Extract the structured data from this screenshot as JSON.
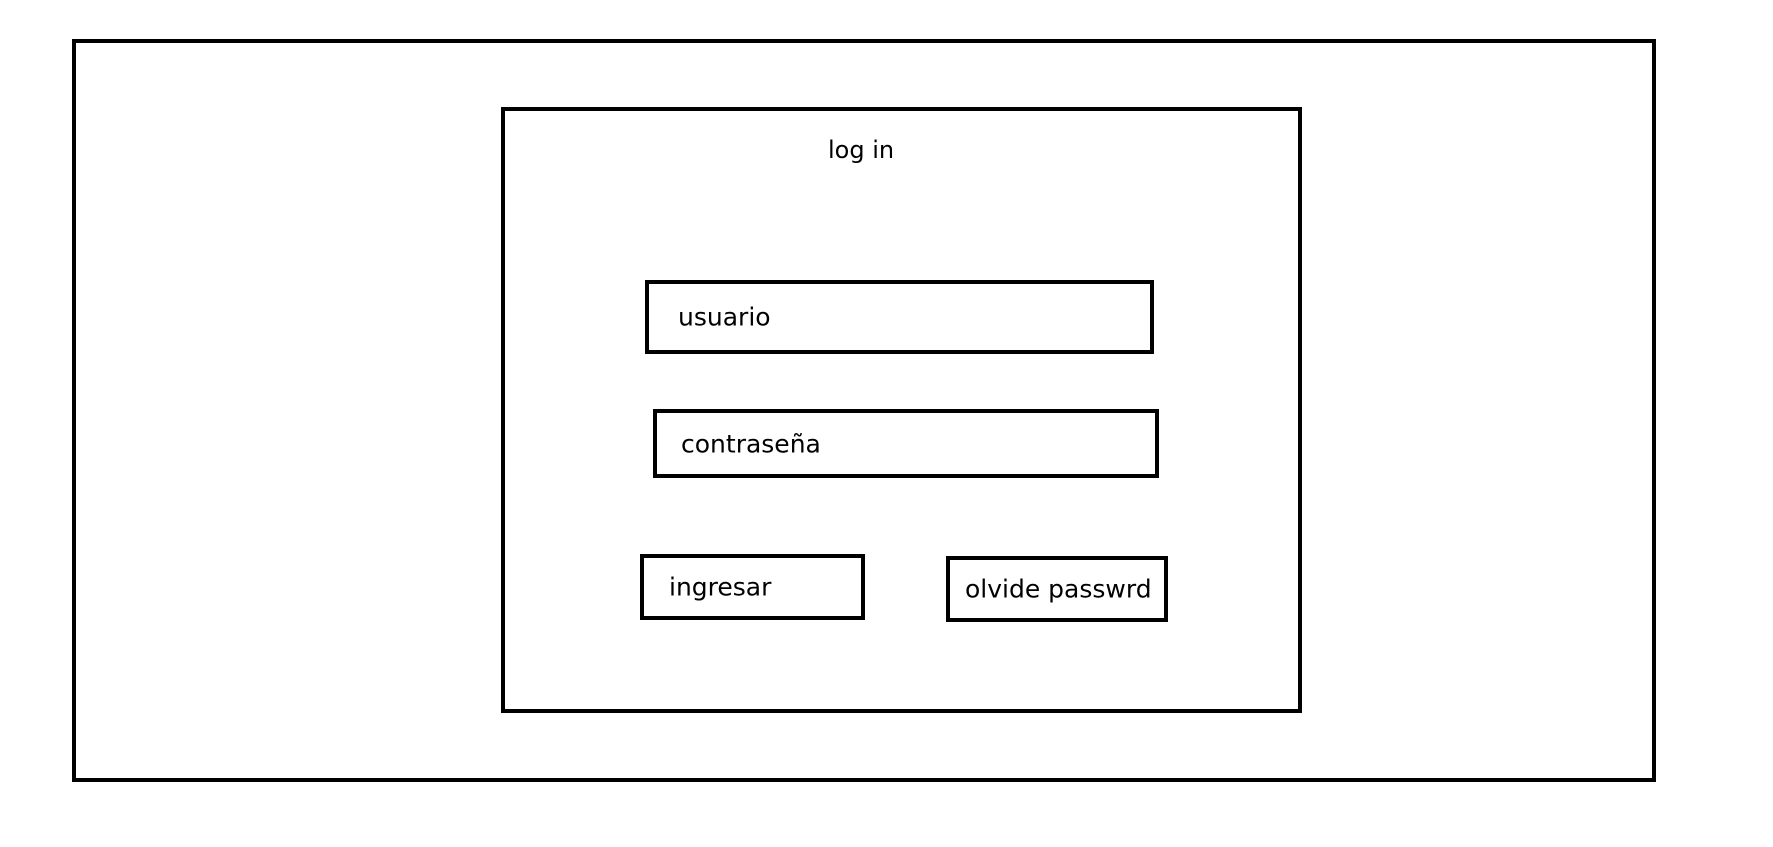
{
  "login": {
    "title": "log in",
    "username_placeholder": "usuario",
    "password_placeholder": "contraseña",
    "submit_label": "ingresar",
    "forgot_label": "olvide passwrd"
  }
}
